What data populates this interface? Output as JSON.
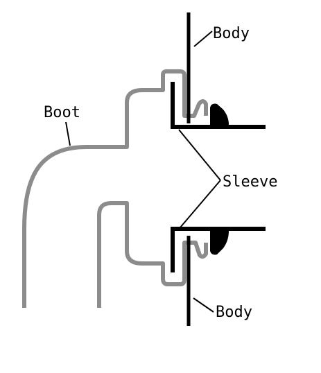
{
  "labels": {
    "body_top": "Body",
    "boot": "Boot",
    "sleeve": "Sleeve",
    "body_bottom": "Body"
  },
  "colors": {
    "background": "#ffffff",
    "body": "#000000",
    "sleeve": "#000000",
    "boot": "#8c8c8c",
    "leader_lines": "#000000"
  }
}
